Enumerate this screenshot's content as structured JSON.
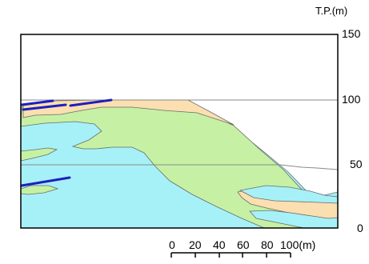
{
  "colors": {
    "frame": "#000000",
    "background": "#ffffff",
    "layer_cyan": "#a6f1f8",
    "layer_green": "#c6f1a4",
    "layer_tan": "#fbdfb0",
    "blue_lines": "#1f1fbe",
    "reference_lines": "#8a8a8a",
    "layer_outline": "#6b6b6b"
  },
  "elevation_axis": {
    "unit_label": "T.P.(m)",
    "ticks": [
      "150",
      "100",
      "50",
      "0"
    ]
  },
  "scale_bar": {
    "labels": [
      "0",
      "20",
      "40",
      "60",
      "80",
      "100(m)"
    ]
  }
}
